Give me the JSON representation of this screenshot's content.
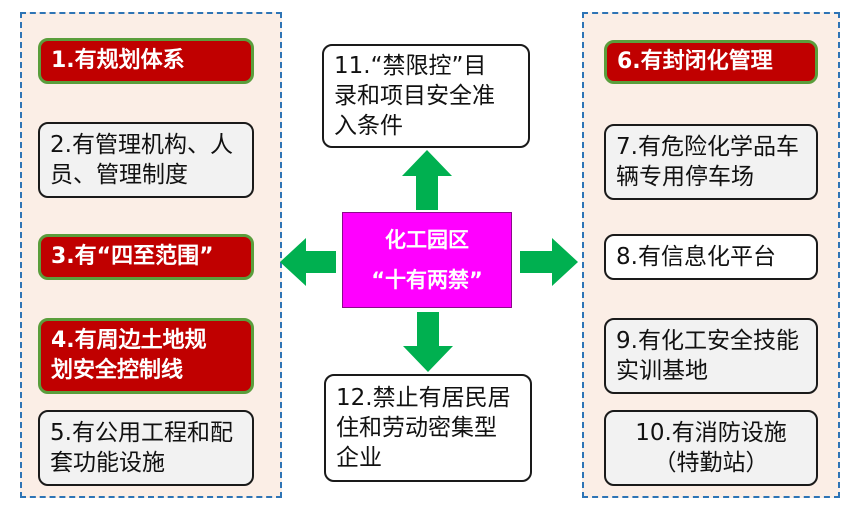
{
  "colors": {
    "panel_fill": "#fbeee6",
    "panel_border": "#2e74b5",
    "highlight_fill": "#c00000",
    "highlight_border": "#5a9e3c",
    "center_fill": "#ff00ff",
    "arrow": "#00b050"
  },
  "center": {
    "line1": "化工园区",
    "line2": "“十有两禁”"
  },
  "left_items": [
    {
      "text": "1.有规划体系"
    },
    {
      "text": "2.有管理机构、人\n员、管理制度"
    },
    {
      "text": "3.有“四至范围”"
    },
    {
      "text": "4.有周边土地规\n划安全控制线"
    },
    {
      "text": "5.有公用工程和配\n套功能设施"
    }
  ],
  "right_items": [
    {
      "text": "6.有封闭化管理"
    },
    {
      "text": "7.有危险化学品车\n辆专用停车场"
    },
    {
      "text": "8.有信息化平台"
    },
    {
      "text": "9.有化工安全技能\n实训基地"
    },
    {
      "text": "10.有消防设施\n（特勤站）"
    }
  ],
  "top_item": {
    "text": "11.“禁限控”目\n录和项目安全准\n入条件"
  },
  "bottom_item": {
    "text": "12.禁止有居民居\n住和劳动密集型\n企业"
  }
}
